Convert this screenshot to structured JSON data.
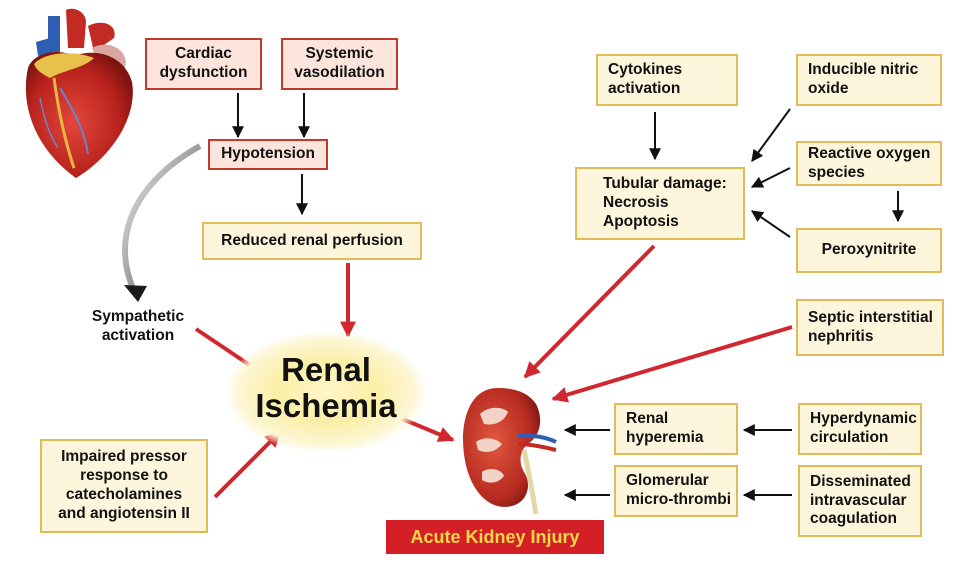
{
  "nodes": {
    "cardiac_dysfunction": "Cardiac\ndysfunction",
    "systemic_vasodilation": "Systemic\nvasodilation",
    "hypotension": "Hypotension",
    "reduced_renal_perfusion": "Reduced renal perfusion",
    "sympathetic_activation": "Sympathetic\nactivation",
    "renal_ischemia": "Renal\nIschemia",
    "impaired_pressor_response": "Impaired pressor\nresponse to\ncatecholamines\nand angiotensin II",
    "cytokines_activation": "Cytokines\nactivation",
    "inducible_nitric_oxide": "Inducible nitric\noxide",
    "reactive_oxygen_species": "Reactive oxygen\nspecies",
    "tubular_damage": "Tubular damage:\nNecrosis\nApoptosis",
    "peroxynitrite": "Peroxynitrite",
    "septic_interstitial_nephritis": "Septic interstitial\nnephritis",
    "renal_hyperemia": "Renal\nhyperemia",
    "hyperdynamic_circulation": "Hyperdynamic\ncirculation",
    "glomerular_micro_thrombi": "Glomerular\nmicro-thrombi",
    "disseminated_intravascular_coagulation": "Disseminated\nintravascular\ncoagulation",
    "acute_kidney_injury": "Acute Kidney Injury"
  },
  "colors": {
    "red_arrow": "#d0282e",
    "black_arrow": "#111111",
    "pink_fill": "#fbe5dc",
    "pink_border": "#c0392b",
    "cream_fill": "#fdf6dd",
    "cream_border": "#e1bb55",
    "aki_fill": "#d41f26",
    "aki_text": "#f7d84a"
  },
  "illustrations": [
    "heart-illustration",
    "kidney-illustration"
  ]
}
